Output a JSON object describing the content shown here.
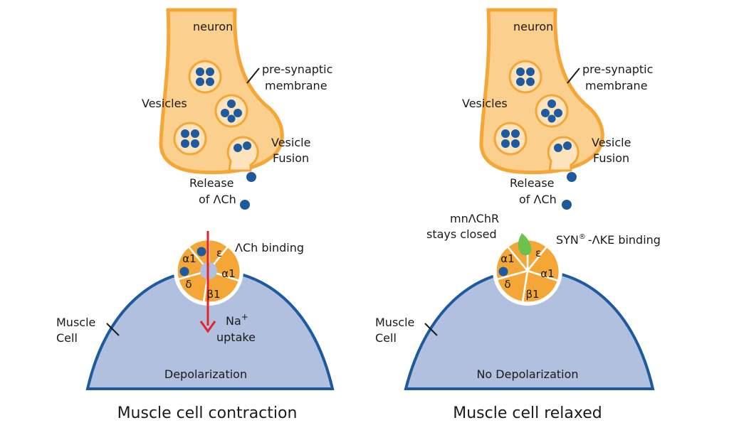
{
  "colors": {
    "neuron_fill": "#fbd08e",
    "neuron_stroke": "#f4a736",
    "vesicle_fill": "#fce3bb",
    "dot": "#1f5a9e",
    "cell_fill": "#b0c0de",
    "cell_stroke": "#1f5a9e",
    "receptor": "#f4a736",
    "arrow": "#e5232a",
    "toxin": "#6ec24b"
  },
  "left": {
    "neuron_label": "neuron",
    "membrane_label": [
      "pre-synaptic",
      "membrane"
    ],
    "vesicles_label": "Vesicles",
    "fusion_label": [
      "Vesicle",
      "Fusion"
    ],
    "release_label": [
      "Release",
      "of ΛCh"
    ],
    "binding_label": "ΛCh binding",
    "na_label": "Na",
    "na_sup": "+",
    "uptake_label": "uptake",
    "subunits": {
      "eps": "ε",
      "a1_left": "α1",
      "a1_right": "α1",
      "delta": "δ",
      "beta": "β1"
    },
    "muscle_label": [
      "Muscle",
      "Cell"
    ],
    "cell_state": "Depolarization",
    "caption": "Muscle cell contraction"
  },
  "right": {
    "neuron_label": "neuron",
    "membrane_label": [
      "pre-synaptic",
      "membrane"
    ],
    "vesicles_label": "Vesicles",
    "fusion_label": [
      "Vesicle",
      "Fusion"
    ],
    "release_label": [
      "Release",
      "of ΛCh"
    ],
    "closed_label": [
      "mnΛChR",
      "stays closed"
    ],
    "syn_label": "SYN",
    "syn_mark": "®",
    "syn_binding": "-ΛKE binding",
    "subunits": {
      "eps": "ε",
      "a1_left": "α1",
      "a1_right": "α1",
      "delta": "δ",
      "beta": "β1"
    },
    "muscle_label": [
      "Muscle",
      "Cell"
    ],
    "cell_state": "No Depolarization",
    "caption": "Muscle cell relaxed"
  }
}
